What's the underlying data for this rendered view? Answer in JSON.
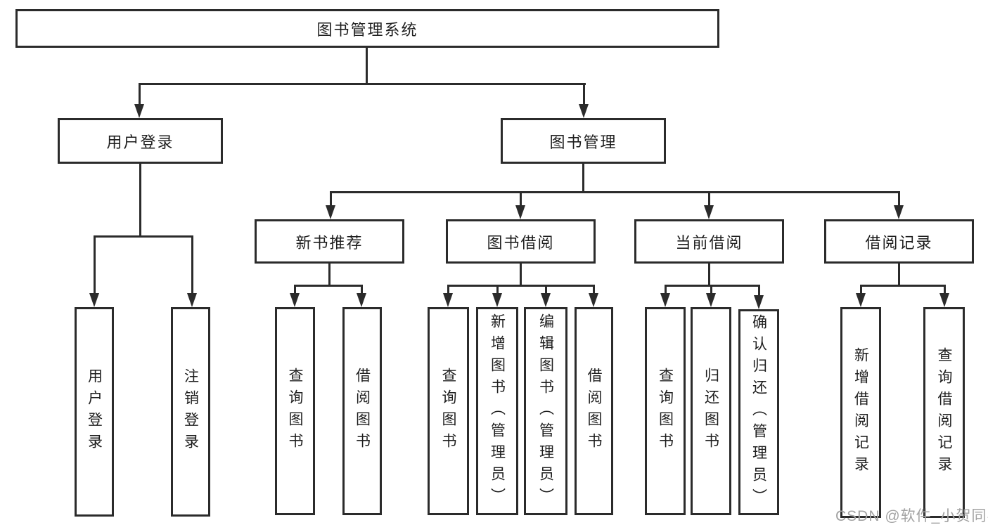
{
  "diagram": {
    "root": {
      "label": "图书管理系统"
    },
    "login": {
      "label": "用户登录",
      "children": [
        {
          "label": "用户登录"
        },
        {
          "label": "注销登录"
        }
      ]
    },
    "management": {
      "label": "图书管理",
      "groups": [
        {
          "label": "新书推荐",
          "children": [
            {
              "label": "查询图书"
            },
            {
              "label": "借阅图书"
            }
          ]
        },
        {
          "label": "图书借阅",
          "children": [
            {
              "label": "查询图书"
            },
            {
              "label": "新增图书（管理员）"
            },
            {
              "label": "编辑图书（管理员）"
            },
            {
              "label": "借阅图书"
            }
          ]
        },
        {
          "label": "当前借阅",
          "children": [
            {
              "label": "查询图书"
            },
            {
              "label": "归还图书"
            },
            {
              "label": "确认归还（管理员）"
            }
          ]
        },
        {
          "label": "借阅记录",
          "children": [
            {
              "label": "新增借阅记录"
            },
            {
              "label": "查询借阅记录"
            }
          ]
        }
      ]
    }
  },
  "watermark": "CSDN @软件_小贺同学",
  "colors": {
    "line": "#2b2b2b",
    "text": "#1e1e1e",
    "node_background": "#ffffff",
    "watermark": "#a3a3a3",
    "page_background": "#ffffff"
  }
}
